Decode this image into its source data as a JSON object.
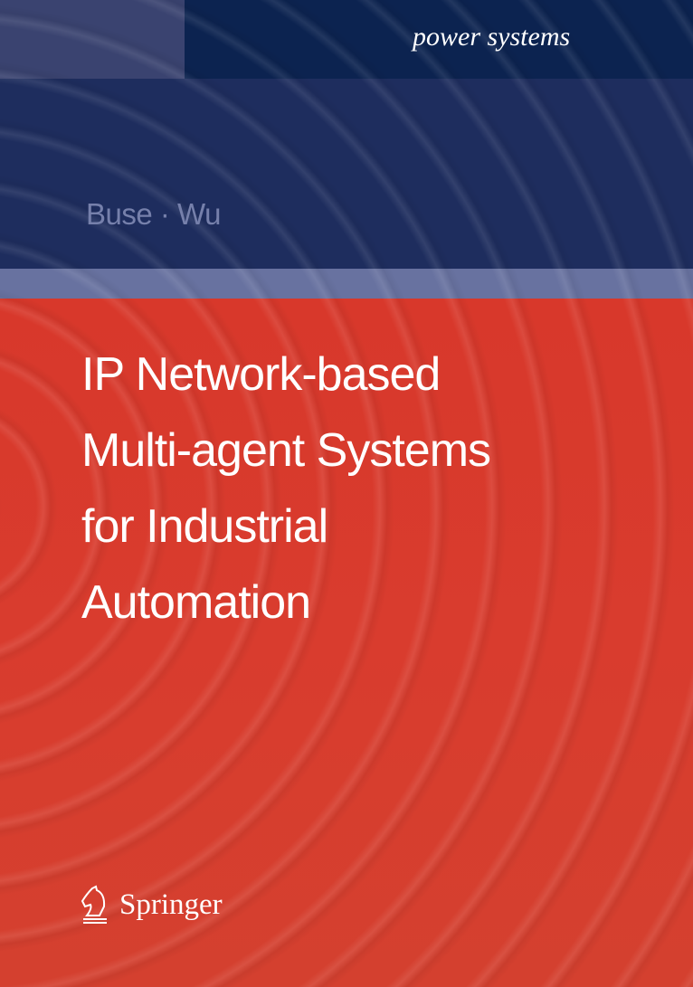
{
  "series": "power systems",
  "authors": "Buse · Wu",
  "title_lines": [
    "IP Network-based",
    "Multi-agent Systems",
    "for Industrial",
    "Automation"
  ],
  "publisher": "Springer",
  "colors": {
    "navy": "#0c2350",
    "blue": "#1e2d5e",
    "red": "#d8382b",
    "band": "#6872a0"
  }
}
